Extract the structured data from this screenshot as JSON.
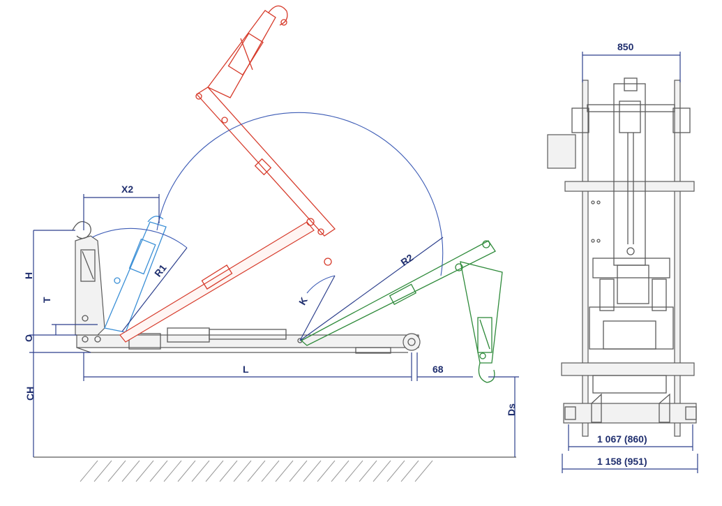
{
  "colors": {
    "dimension": "#1f2e6e",
    "frame": "#5a5a5a",
    "raised_arm": "#d63a2a",
    "partial_arm": "#3a8fd6",
    "tipped_arm": "#2e8a3a",
    "arc": "#3c5bb5"
  },
  "side_view": {
    "labels": {
      "x2": "X2",
      "r1": "R1",
      "r2": "R2",
      "k": "K",
      "h": "H",
      "t": "T",
      "o": "O",
      "ch": "CH",
      "l": "L",
      "offset_68": "68",
      "ds": "Ds"
    }
  },
  "rear_view": {
    "labels": {
      "width_850": "850",
      "width_1067": "1 067 (860)",
      "width_1158": "1 158 (951)"
    }
  }
}
